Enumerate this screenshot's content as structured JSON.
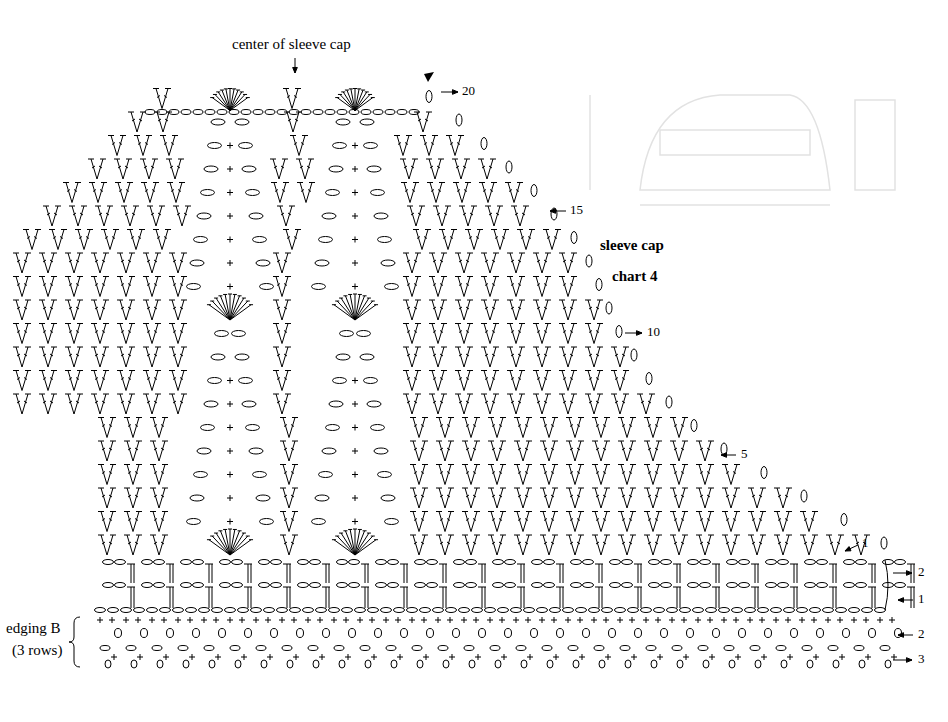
{
  "diagram": {
    "labels": [
      "center of sleeve cap",
      "20",
      "15",
      "sleeve cap",
      "chart 4",
      "10",
      "5",
      "1",
      "2",
      "1",
      "edging B",
      "(3 rows)",
      "2",
      "3"
    ]
  }
}
